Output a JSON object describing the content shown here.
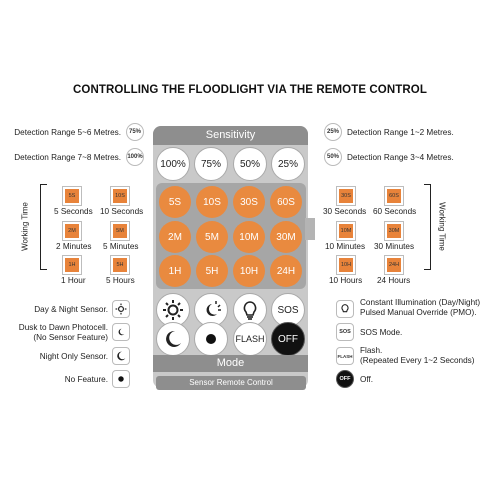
{
  "title": "CONTROLLING THE FLOODLIGHT VIA THE REMOTE CONTROL",
  "remote": {
    "sensitivity_header": "Sensitivity",
    "sensitivity_buttons": [
      "100%",
      "75%",
      "50%",
      "25%"
    ],
    "time_buttons": [
      "5S",
      "10S",
      "30S",
      "60S",
      "2M",
      "5M",
      "10M",
      "30M",
      "1H",
      "5H",
      "10H",
      "24H"
    ],
    "mode_buttons": [
      "SOS",
      "FLASH",
      "OFF"
    ],
    "mode_header": "Mode",
    "footer": "Sensor Remote Control"
  },
  "left_sensitivity": [
    {
      "label": "Detection Range 5~6 Metres.",
      "icon": "75%"
    },
    {
      "label": "Detection Range 7~8 Metres.",
      "icon": "100%"
    }
  ],
  "right_sensitivity": [
    {
      "label": "Detection Range 1~2 Metres.",
      "icon": "25%"
    },
    {
      "label": "Detection Range 3~4 Metres.",
      "icon": "50%"
    }
  ],
  "working_time_label": "Working Time",
  "left_times": [
    {
      "icon": "5S",
      "label": "5 Seconds"
    },
    {
      "icon": "10S",
      "label": "10 Seconds"
    },
    {
      "icon": "2M",
      "label": "2 Minutes"
    },
    {
      "icon": "5M",
      "label": "5 Minutes"
    },
    {
      "icon": "1H",
      "label": "1 Hour"
    },
    {
      "icon": "5H",
      "label": "5 Hours"
    }
  ],
  "right_times": [
    {
      "icon": "30S",
      "label": "30 Seconds"
    },
    {
      "icon": "60S",
      "label": "60 Seconds"
    },
    {
      "icon": "10M",
      "label": "10 Minutes"
    },
    {
      "icon": "30M",
      "label": "30 Minutes"
    },
    {
      "icon": "10H",
      "label": "10 Hours"
    },
    {
      "icon": "24H",
      "label": "24 Hours"
    }
  ],
  "left_modes": [
    {
      "label": "Day & Night Sensor.",
      "icon": "sun-icon"
    },
    {
      "label1": "Dusk to Dawn Photocell.",
      "label2": "(No Sensor Feature)",
      "icon": "sun-moon-icon"
    },
    {
      "label": "Night Only Sensor.",
      "icon": "moon-icon"
    },
    {
      "label": "No Feature.",
      "icon": "dot-icon"
    }
  ],
  "right_modes": [
    {
      "label1": "Constant Illumination (Day/Night)",
      "label2": "Pulsed Manual Override (PMO).",
      "icon": "bulb-icon"
    },
    {
      "label": "SOS Mode.",
      "icon": "SOS"
    },
    {
      "label1": "Flash.",
      "label2": "(Repeated Every 1~2 Seconds)",
      "icon": "FLASH"
    },
    {
      "label": "Off.",
      "icon": "OFF"
    }
  ],
  "colors": {
    "orange": "#e98a3f",
    "panel_gray": "#c9c9c9",
    "header_gray": "#8e8e8e"
  }
}
